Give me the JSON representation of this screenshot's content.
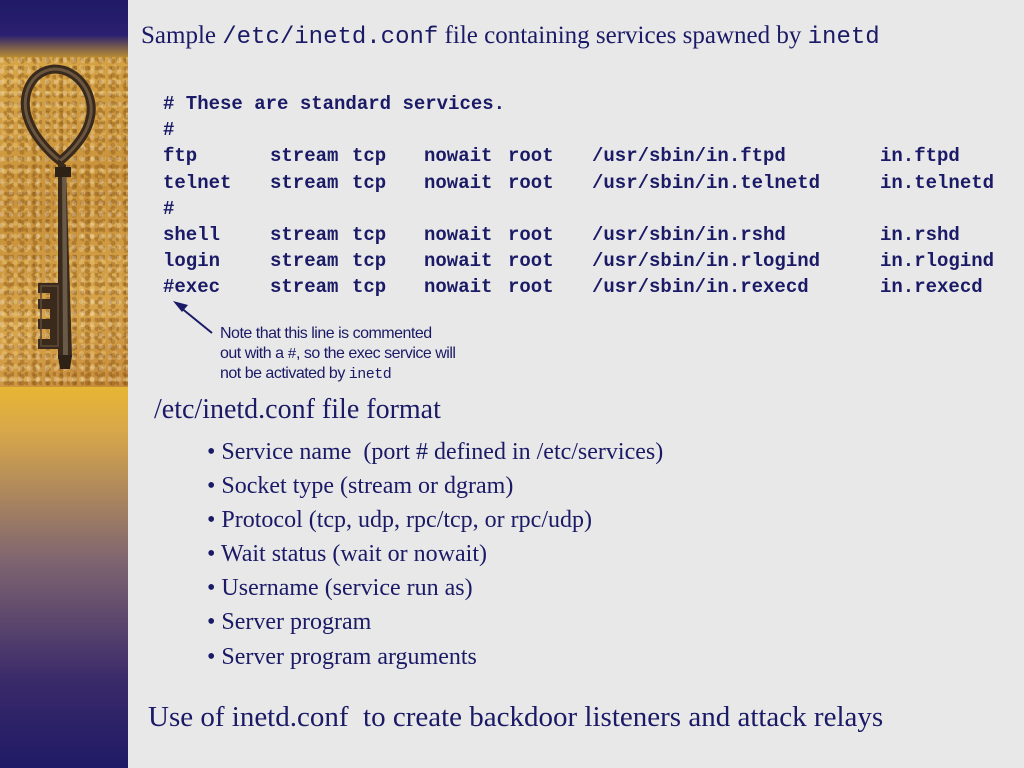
{
  "title": {
    "prefix": "Sample ",
    "file": "/etc/inetd.conf",
    "middle": " file containing services spawned by ",
    "daemon": "inetd"
  },
  "listing": [
    {
      "kind": "comment",
      "text": "# These are standard services."
    },
    {
      "kind": "comment",
      "text": "#"
    },
    {
      "kind": "service",
      "cols": [
        "ftp",
        "stream",
        "tcp",
        "nowait",
        "root",
        "/usr/sbin/in.ftpd",
        "in.ftpd"
      ]
    },
    {
      "kind": "service",
      "cols": [
        "telnet",
        "stream",
        "tcp",
        "nowait",
        "root",
        "/usr/sbin/in.telnetd",
        "in.telnetd"
      ]
    },
    {
      "kind": "comment",
      "text": "#"
    },
    {
      "kind": "service",
      "cols": [
        "shell",
        "stream",
        "tcp",
        "nowait",
        "root",
        "/usr/sbin/in.rshd",
        "in.rshd"
      ]
    },
    {
      "kind": "service",
      "cols": [
        "login",
        "stream",
        "tcp",
        "nowait",
        "root",
        "/usr/sbin/in.rlogind",
        "in.rlogind"
      ]
    },
    {
      "kind": "service",
      "cols": [
        "#exec",
        "stream",
        "tcp",
        "nowait",
        "root",
        "/usr/sbin/in.rexecd",
        "in.rexecd"
      ]
    }
  ],
  "note": {
    "line1": "Note that this line is commented",
    "line2_prefix": "out with a ",
    "line2_hash": "#",
    "line2_suffix": ", so the exec service will",
    "line3_prefix": "not be activated by ",
    "line3_daemon": "inetd"
  },
  "format": {
    "heading": "/etc/inetd.conf file format",
    "fields": [
      "• Service name  (port # defined in /etc/services)",
      "• Socket type (stream or dgram)",
      "• Protocol (tcp, udp, rpc/tcp, or rpc/udp)",
      "• Wait status (wait or nowait)",
      "• Username (service run as)",
      "• Server program",
      "• Server program arguments"
    ]
  },
  "bottom_text": "Use of inetd.conf  to create backdoor listeners and attack relays",
  "colors": {
    "text": "#1a1a66",
    "background": "#e8e8e8",
    "sidebar_dark": "#1f1a66",
    "sidebar_gold": "#e8b830"
  },
  "icons": {
    "photo": "skeleton-key-icon",
    "pointer": "arrow-icon"
  }
}
